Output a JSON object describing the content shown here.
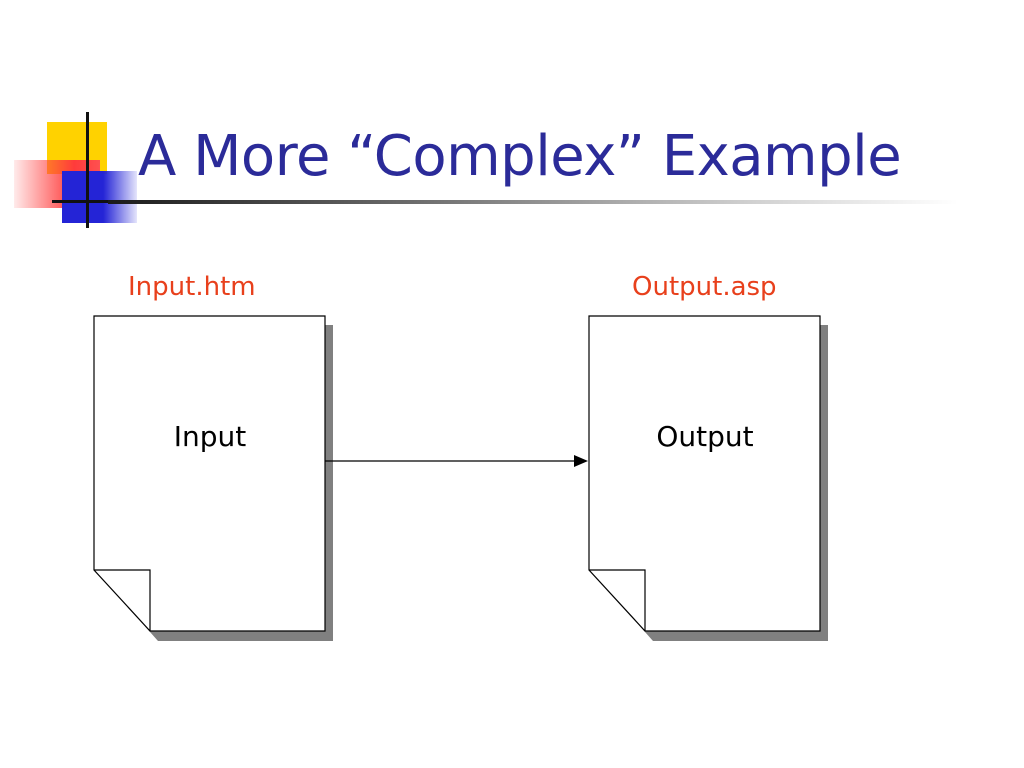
{
  "slide": {
    "title": "A More “Complex” Example",
    "title_color": "#2B2B99",
    "caption_color": "#E8401C"
  },
  "diagram": {
    "source": {
      "caption": "Input.htm",
      "label": "Input"
    },
    "target": {
      "caption": "Output.asp",
      "label": "Output"
    },
    "edge": {
      "from": "source",
      "to": "target"
    }
  }
}
